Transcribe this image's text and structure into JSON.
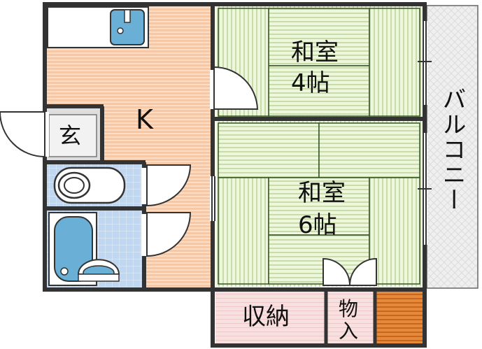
{
  "rooms": {
    "kitchen": "K",
    "genkan": "玄",
    "washitsu_small": {
      "name": "和室",
      "size": "4帖"
    },
    "washitsu_large": {
      "name": "和室",
      "size": "6帖"
    },
    "balcony": "バルコニー",
    "shuno": "収納",
    "monoire_top": "物",
    "monoire_bottom": "入"
  },
  "colors": {
    "wall": "#333333",
    "kitchen_floor": "#f6c8a6",
    "kitchen_stripe": "#ffdcc4",
    "tatami_light": "#eef6dc",
    "tatami_line": "#c6dcaa",
    "tatami_border": "#335522",
    "tile": "#bfd7f0",
    "tile_line": "#dbeafa",
    "fixture": "#6ab0d6",
    "storage": "#f6dcdc",
    "balcony": "#eeeeee",
    "wood": "#e07a2a"
  }
}
